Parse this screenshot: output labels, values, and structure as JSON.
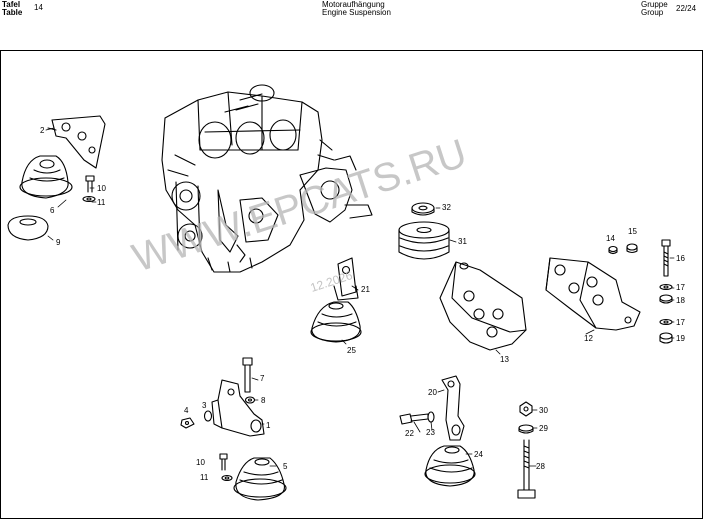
{
  "header": {
    "tafel_label": "Tafel",
    "table_label": "Table",
    "table_number": "14",
    "title_de": "Motoraufhängung",
    "title_en": "Engine Suspension",
    "gruppe_label": "Gruppe",
    "group_label": "Group",
    "group_number": "22/24"
  },
  "watermark": {
    "site": "WWW.EPCATS.RU",
    "stamp": "12.2026"
  },
  "callouts": {
    "n1": "1",
    "n2": "2",
    "n3": "3",
    "n4": "4",
    "n5": "5",
    "n6": "6",
    "n7": "7",
    "n8": "8",
    "n9": "9",
    "n10a": "10",
    "n10b": "10",
    "n11a": "11",
    "n11b": "11",
    "n12": "12",
    "n13": "13",
    "n14": "14",
    "n15": "15",
    "n16": "16",
    "n17a": "17",
    "n17b": "17",
    "n18": "18",
    "n19": "19",
    "n20": "20",
    "n21": "21",
    "n22": "22",
    "n23": "23",
    "n24": "24",
    "n25": "25",
    "n28": "28",
    "n29": "29",
    "n30": "30",
    "n31": "31",
    "n32": "32"
  }
}
